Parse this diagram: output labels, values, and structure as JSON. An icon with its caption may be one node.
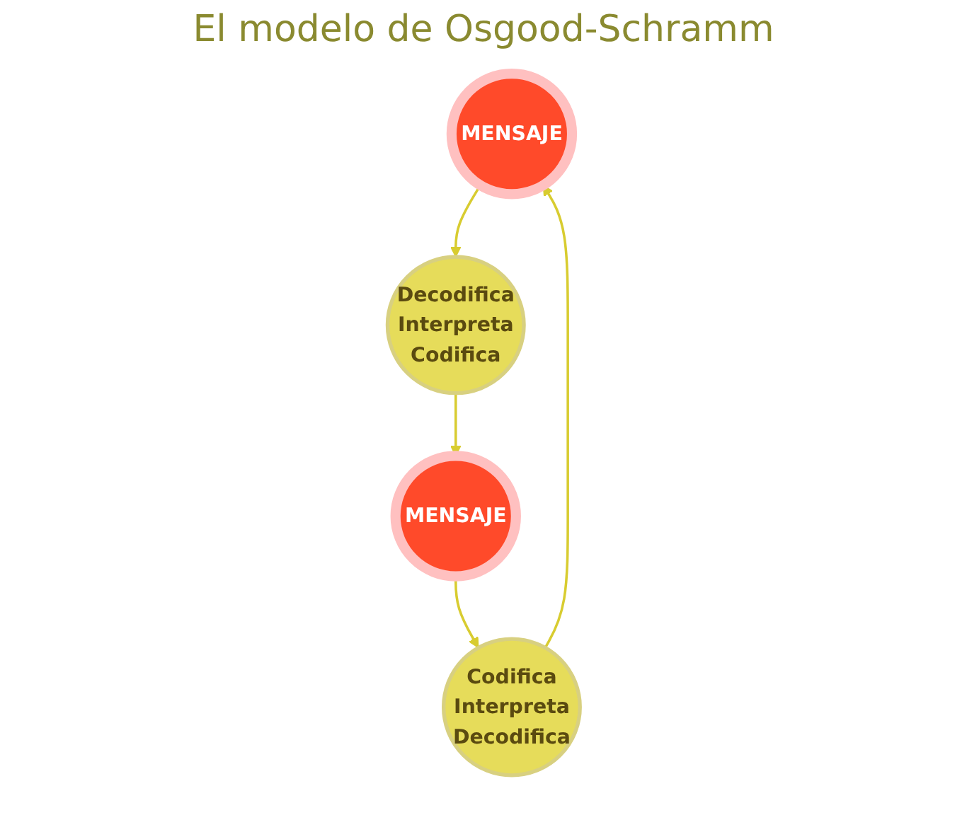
{
  "diagram": {
    "title": "El modelo de Osgood-Schramm",
    "nodes": [
      {
        "text": [
          "MENSAJE"
        ]
      },
      {
        "text": [
          "Codifica",
          "Interpreta",
          "Decodifica"
        ]
      },
      {
        "text": [
          "Decodifica",
          "Interpreta",
          "Codifica"
        ]
      },
      {
        "text": [
          "MENSAJE"
        ]
      }
    ],
    "edges": [
      {
        "from": 1,
        "to": 0,
        "arrow": "to"
      },
      {
        "from": 0,
        "to": 2,
        "arrow": "to"
      },
      {
        "from": 2,
        "to": 3,
        "arrow": "to"
      },
      {
        "from": 3,
        "to": 1,
        "arrow": "to"
      }
    ]
  }
}
